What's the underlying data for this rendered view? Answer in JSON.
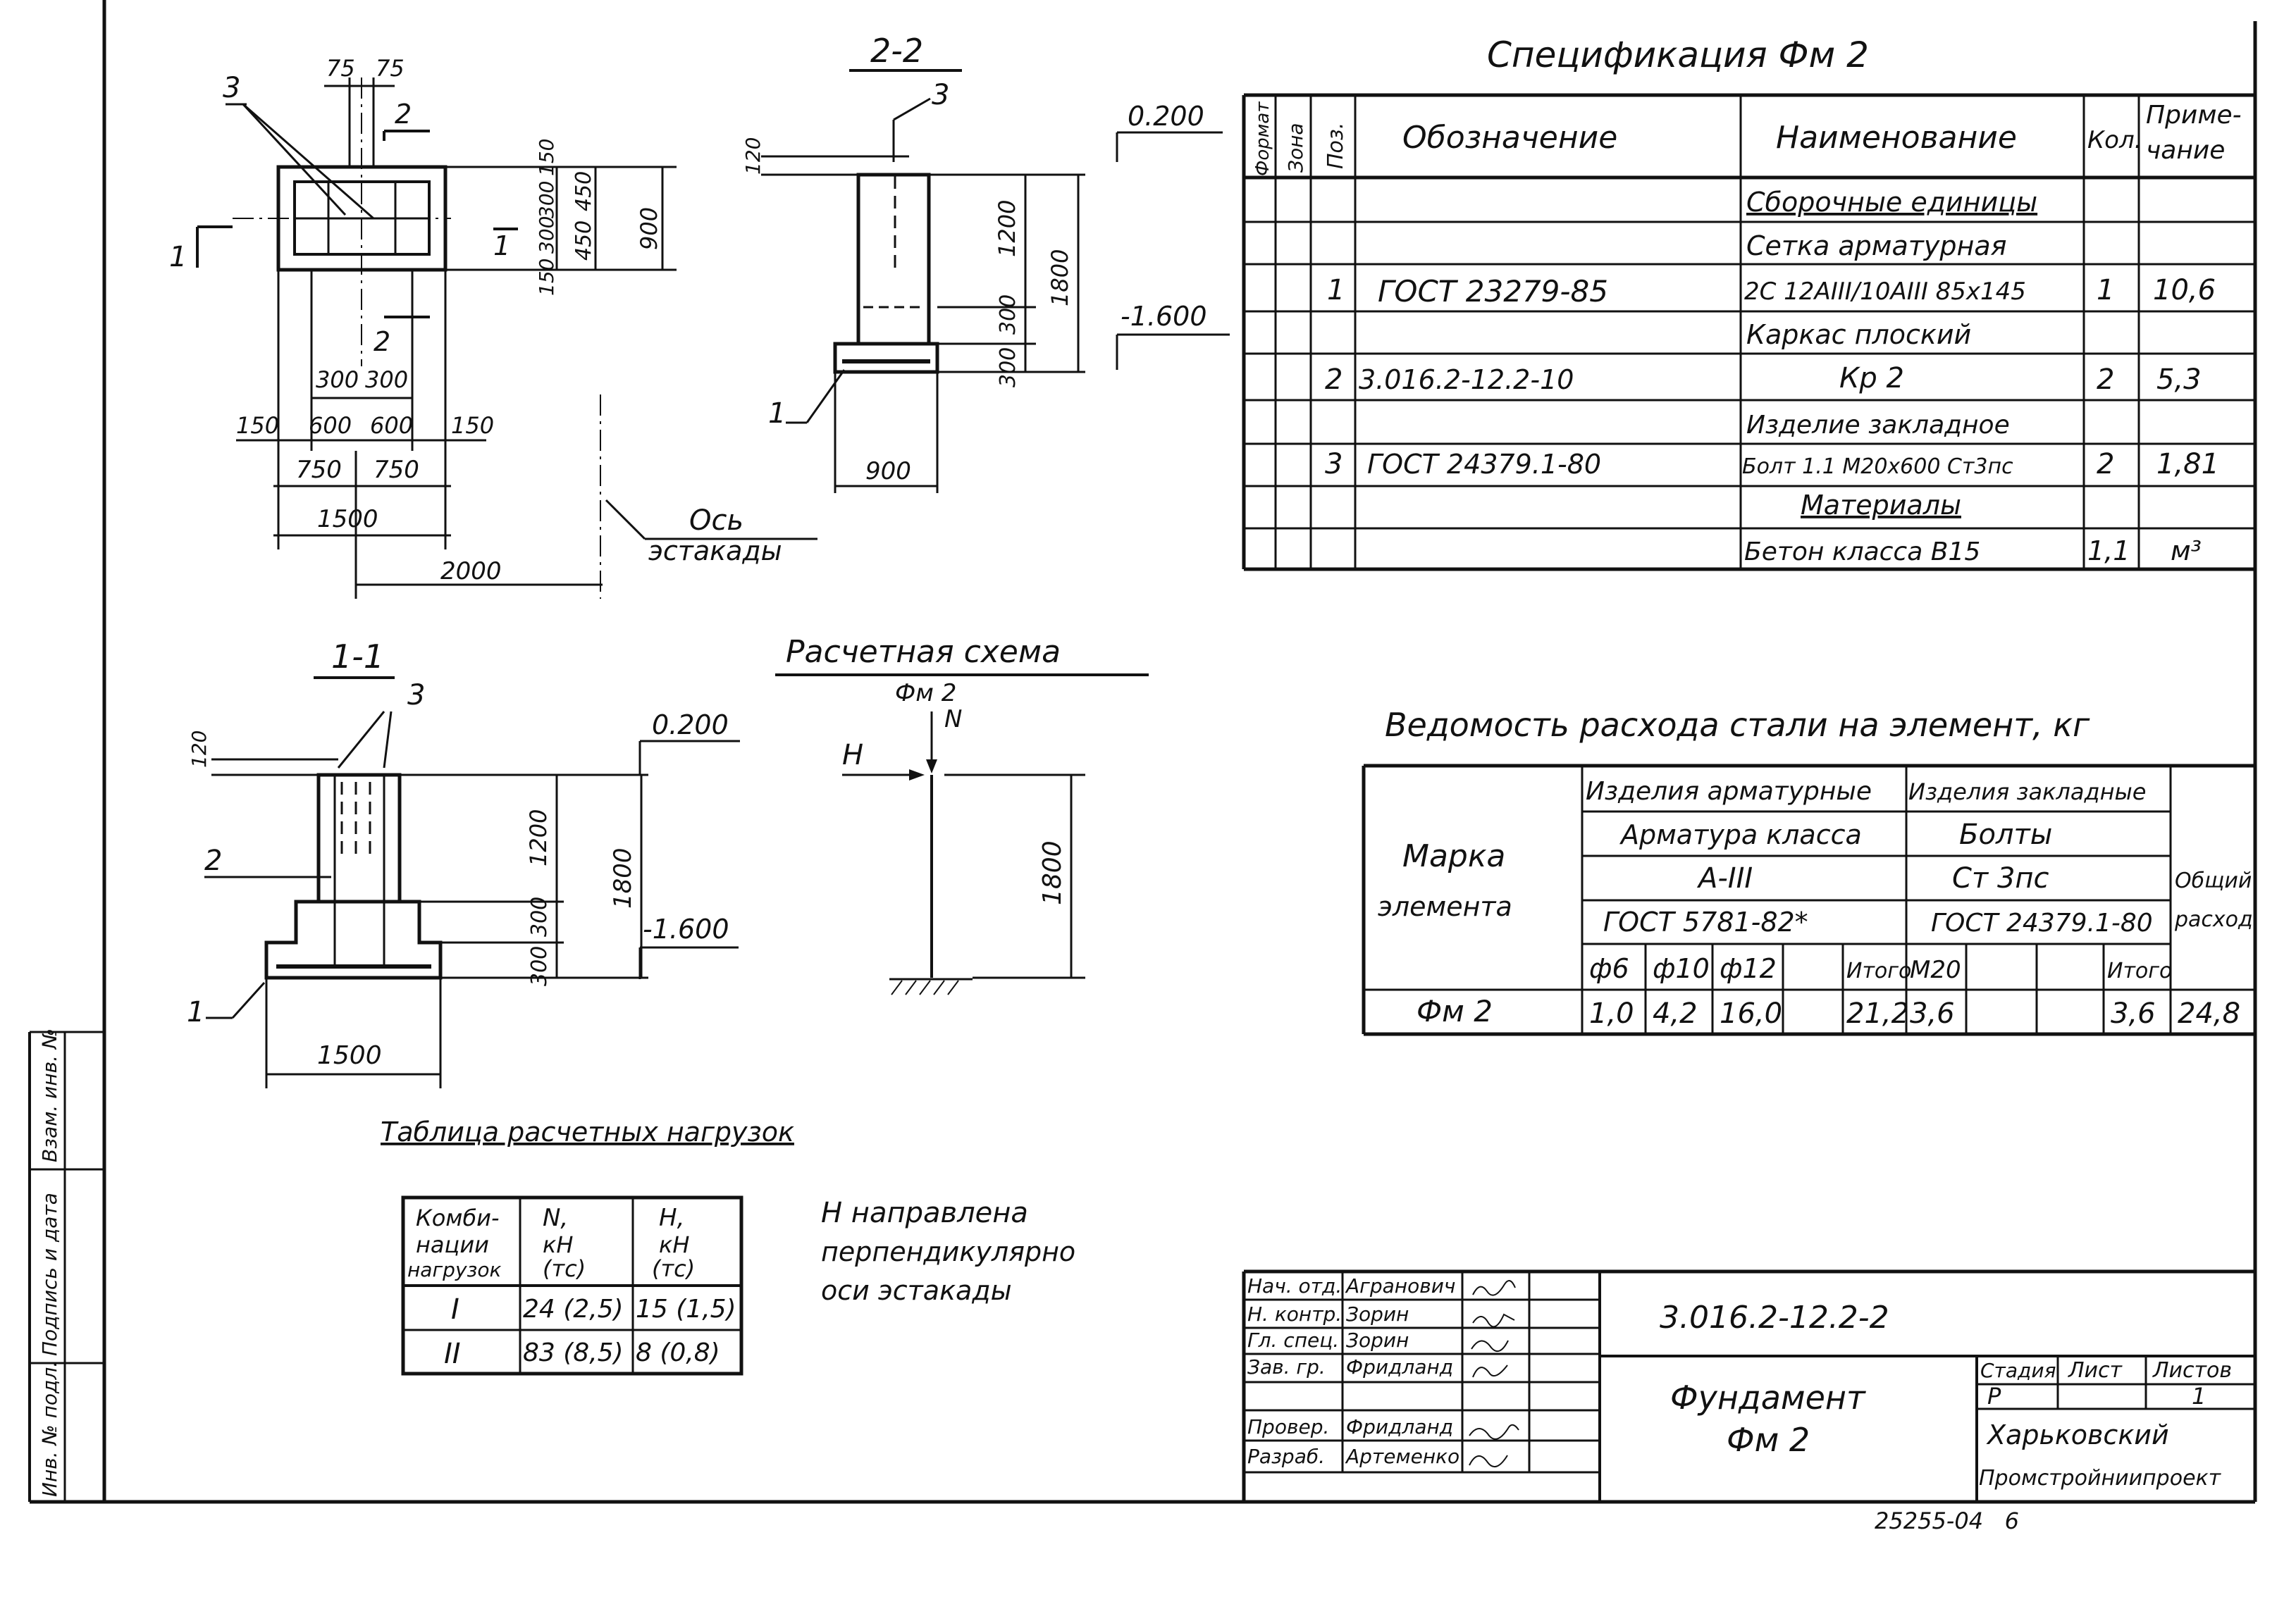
{
  "spec": {
    "title": "Спецификация Фм 2",
    "headers": {
      "format": "Формат",
      "zone": "Зона",
      "pos": "Поз.",
      "designation": "Обозначение",
      "name": "Наименование",
      "qty": "Кол.",
      "note1": "Приме-",
      "note2": "чание"
    },
    "rows": [
      {
        "pos": "",
        "designation": "",
        "name": "Сборочные единицы",
        "qty": "",
        "note": ""
      },
      {
        "pos": "",
        "designation": "",
        "name": "Сетка арматурная",
        "qty": "",
        "note": ""
      },
      {
        "pos": "1",
        "designation": "ГОСТ 23279-85",
        "name": "2С 12АIII/10АIII 85х145",
        "qty": "1",
        "note": "10,6"
      },
      {
        "pos": "",
        "designation": "",
        "name": "Каркас плоский",
        "qty": "",
        "note": ""
      },
      {
        "pos": "2",
        "designation": "3.016.2-12.2-10",
        "name": "Кр 2",
        "qty": "2",
        "note": "5,3"
      },
      {
        "pos": "",
        "designation": "",
        "name": "Изделие закладное",
        "qty": "",
        "note": ""
      },
      {
        "pos": "3",
        "designation": "ГОСТ 24379.1-80",
        "name": "Болт 1.1 М20х600 Ст3пс",
        "qty": "2",
        "note": "1,81"
      },
      {
        "pos": "",
        "designation": "",
        "name": "Материалы",
        "qty": "",
        "note": ""
      },
      {
        "pos": "",
        "designation": "",
        "name": "Бетон класса В15",
        "qty": "1,1",
        "note": "м³"
      }
    ]
  },
  "steel": {
    "title": "Ведомость расхода стали на элемент, кг",
    "mark_label1": "Марка",
    "mark_label2": "элемента",
    "group1": "Изделия арматурные",
    "group2": "Изделия закладные",
    "g1_sub1": "Арматура класса",
    "g1_sub2": "А-III",
    "g1_sub3": "ГОСТ 5781-82*",
    "g2_sub1": "Болты",
    "g2_sub2": "Ст 3пс",
    "g2_sub3": "ГОСТ 24379.1-80",
    "total_label1": "Общий",
    "total_label2": "расход",
    "cols": [
      "ф6",
      "ф10",
      "ф12",
      "",
      "Итого",
      "М20",
      "",
      "",
      "Итого"
    ],
    "row": {
      "mark": "Фм 2",
      "values": [
        "1,0",
        "4,2",
        "16,0",
        "",
        "21,2",
        "3,6",
        "",
        "",
        "3,6"
      ],
      "total": "24,8"
    }
  },
  "loads": {
    "title": "Таблица расчетных нагрузок",
    "headers": {
      "c1a": "Комби-",
      "c1b": "нации",
      "c1c": "нагрузок",
      "c2a": "N,",
      "c2b": "кН",
      "c2c": "(тс)",
      "c3a": "H,",
      "c3b": "кН",
      "c3c": "(тс)"
    },
    "rows": [
      {
        "combo": "I",
        "n": "24 (2,5)",
        "h": "15 (1,5)"
      },
      {
        "combo": "II",
        "n": "83 (8,5)",
        "h": "8 (0,8)"
      }
    ],
    "note": [
      "Н направлена",
      "перпендикулярно",
      "оси эстакады"
    ]
  },
  "plan": {
    "labels": {
      "callout3": "3",
      "cut2": "2",
      "cut1": "1",
      "axis1": "Ось",
      "axis2": "эстакады"
    },
    "dims": {
      "top75a": "75",
      "top75b": "75",
      "d150a": "150",
      "d300a": "300",
      "d300b": "300",
      "d150b": "150",
      "d450a": "450",
      "d450b": "450",
      "d900": "900",
      "d300c": "300",
      "d300d": "300",
      "d150c": "150",
      "d600a": "600",
      "d600b": "600",
      "d150d": "150",
      "d750a": "750",
      "d750b": "750",
      "d1500": "1500",
      "d2000": "2000"
    }
  },
  "section22": {
    "title": "2-2",
    "labels": {
      "callout3": "3",
      "callout1": "1"
    },
    "dims": {
      "lvl_top": "0.200",
      "lvl_bot": "-1.600",
      "d120": "120",
      "d1200": "1200",
      "d300a": "300",
      "d300b": "300",
      "d1800": "1800",
      "d900": "900"
    }
  },
  "section11": {
    "title": "1-1",
    "labels": {
      "callout3": "3",
      "callout2": "2",
      "callout1": "1"
    },
    "dims": {
      "lvl_top": "0.200",
      "lvl_bot": "-1.600",
      "d120": "120",
      "d1200": "1200",
      "d300a": "300",
      "d300b": "300",
      "d1800": "1800",
      "d1500": "1500"
    }
  },
  "scheme": {
    "title": "Расчетная схема",
    "sub": "Фм 2",
    "n": "N",
    "h": "H",
    "dim": "1800"
  },
  "title_block": {
    "code": "3.016.2-12.2-2",
    "name1": "Фундамент",
    "name2": "Фм 2",
    "stage_label": "Стадия",
    "sheet_label": "Лист",
    "sheets_label": "Листов",
    "stage": "Р",
    "sheets": "1",
    "org1": "Харьковский",
    "org2": "Промстройниипроект",
    "people": [
      {
        "role": "Нач. отд.",
        "name": "Агранович"
      },
      {
        "role": "Н. контр.",
        "name": "Зорин"
      },
      {
        "role": "Гл. спец.",
        "name": "Зорин"
      },
      {
        "role": "Зав. гр.",
        "name": "Фридланд"
      },
      {
        "role": "",
        "name": ""
      },
      {
        "role": "Провер.",
        "name": "Фридланд"
      },
      {
        "role": "Разраб.",
        "name": "Артеменко"
      }
    ]
  },
  "side_stamp": [
    "Инв. № подл.",
    "Подпись и дата",
    "Взам. инв. №"
  ],
  "footer": "25255-04   6"
}
